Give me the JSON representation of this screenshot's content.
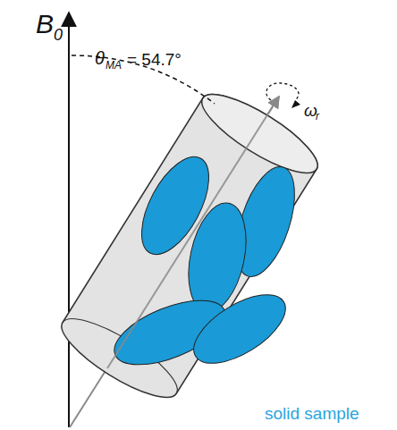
{
  "diagram": {
    "labels": [
      "B",
      "0",
      "θ",
      "MA",
      "= 54.7°",
      "ω",
      "r",
      "solid sample"
    ]
  }
}
